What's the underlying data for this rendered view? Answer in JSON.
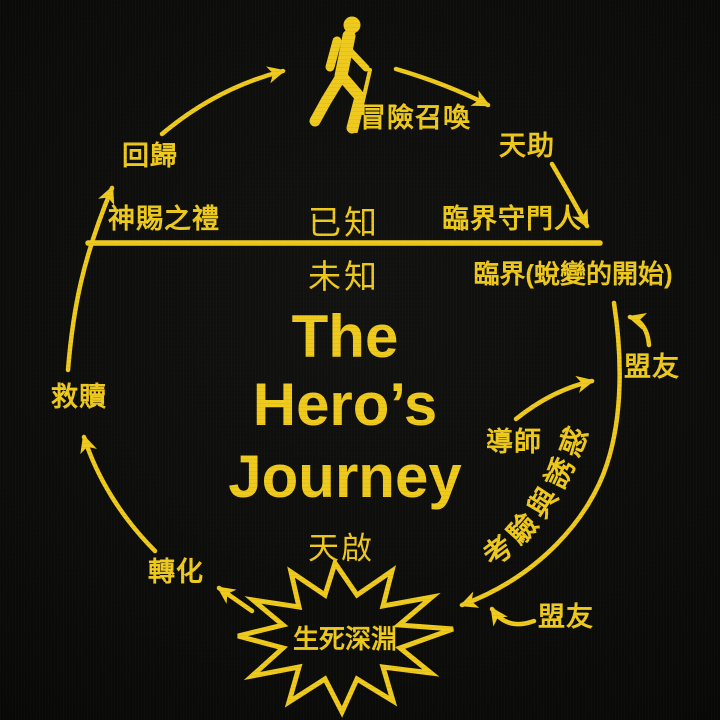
{
  "colors": {
    "ink": "#efca1e",
    "background": "#0c0c0a"
  },
  "title": {
    "line1": "The",
    "line2": "Hero’s",
    "line3": "Journey"
  },
  "zones": {
    "known": "已知",
    "unknown": "未知"
  },
  "stages": {
    "call_to_adventure": "冒險召喚",
    "supernatural_aid": "天助",
    "threshold_guardian": "臨界守門人",
    "crossing_threshold": "臨界(蛻變的開始)",
    "allies_upper": "盟友",
    "mentor": "導師",
    "trials_and_temptations": "考驗與誘惑",
    "allies_lower": "盟友",
    "abyss": "生死深淵",
    "transformation": "轉化",
    "revelation": "天啟",
    "atonement": "救贖",
    "gift_of_the_goddess": "神賜之禮",
    "return": "回歸"
  },
  "icons": {
    "hiker": "hiker-pictogram"
  }
}
